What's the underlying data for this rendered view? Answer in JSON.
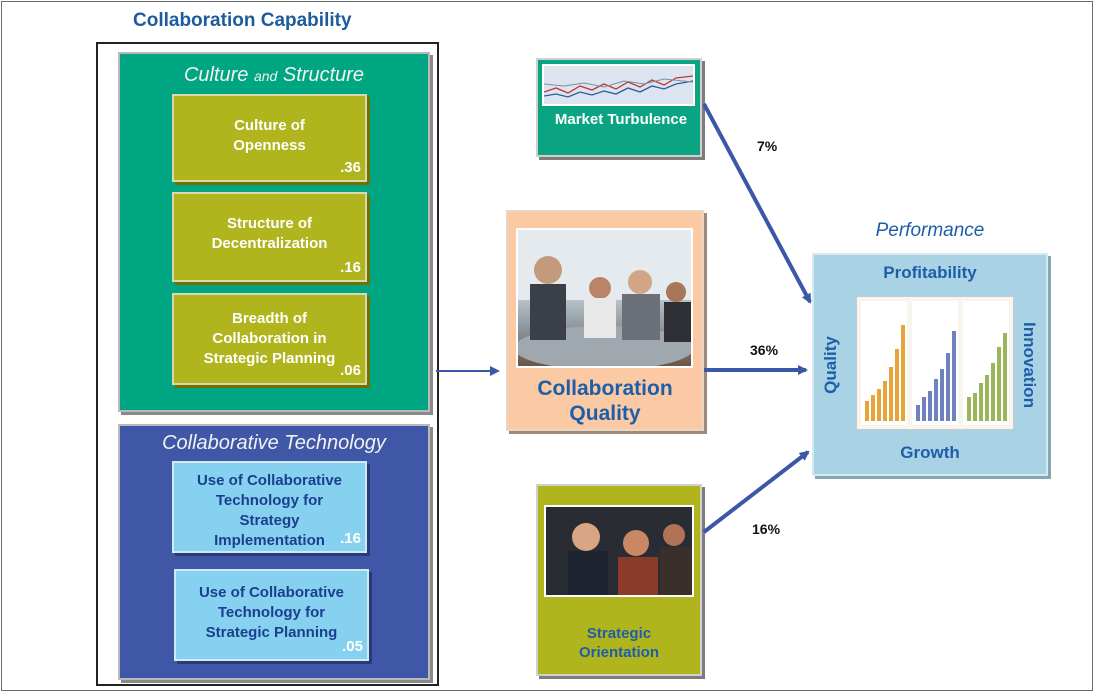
{
  "capability": {
    "title": "Collaboration Capability",
    "culture_panel": {
      "title_part1": "Culture",
      "title_part2": "and",
      "title_part3": "Structure",
      "items": [
        {
          "label": "Culture of Openness",
          "value": ".36"
        },
        {
          "label": "Structure of Decentralization",
          "value": ".16"
        },
        {
          "label": "Breadth of Collaboration in Strategic Planning",
          "value": ".06"
        }
      ]
    },
    "technology_panel": {
      "title": "Collaborative Technology",
      "items": [
        {
          "label": "Use of Collaborative Technology for Strategy Implementation",
          "value": ".16"
        },
        {
          "label": "Use of Collaborative Technology for Strategic Planning",
          "value": ".05"
        }
      ]
    }
  },
  "market_turbulence": {
    "label": "Market Turbulence",
    "percent": "7%"
  },
  "collaboration_quality": {
    "label": "Collaboration Quality",
    "percent": "36%"
  },
  "strategic_orientation": {
    "label": "Strategic Orientation",
    "percent": "16%"
  },
  "performance": {
    "title": "Performance",
    "top": "Profitability",
    "bottom": "Growth",
    "left": "Quality",
    "right": "Innovation"
  },
  "colors": {
    "culture_panel": "#00a582",
    "technology_panel": "#3f57a6",
    "olive_box": "#b0b41d",
    "light_blue_box": "#86d1ef",
    "quality_box": "#fbc9a4",
    "performance_box": "#a9d3e5",
    "arrow": "#3b57a8"
  }
}
